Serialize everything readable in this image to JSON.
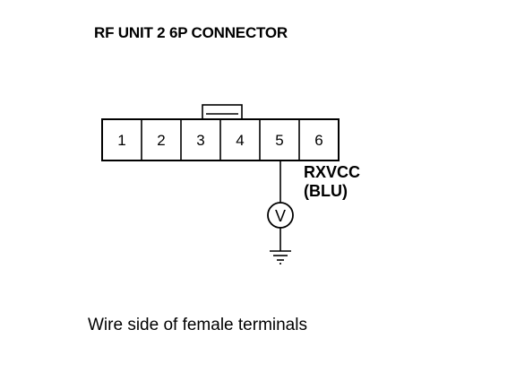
{
  "title": "RF UNIT 2 6P CONNECTOR",
  "connector": {
    "pins": [
      "1",
      "2",
      "3",
      "4",
      "5",
      "6"
    ],
    "measured_pin": "5"
  },
  "wire": {
    "signal": "RXVCC",
    "color": "(BLU)"
  },
  "meter": {
    "symbol": "V",
    "icon": "voltmeter-icon"
  },
  "ground": {
    "icon": "ground-icon"
  },
  "caption": "Wire side of female terminals"
}
